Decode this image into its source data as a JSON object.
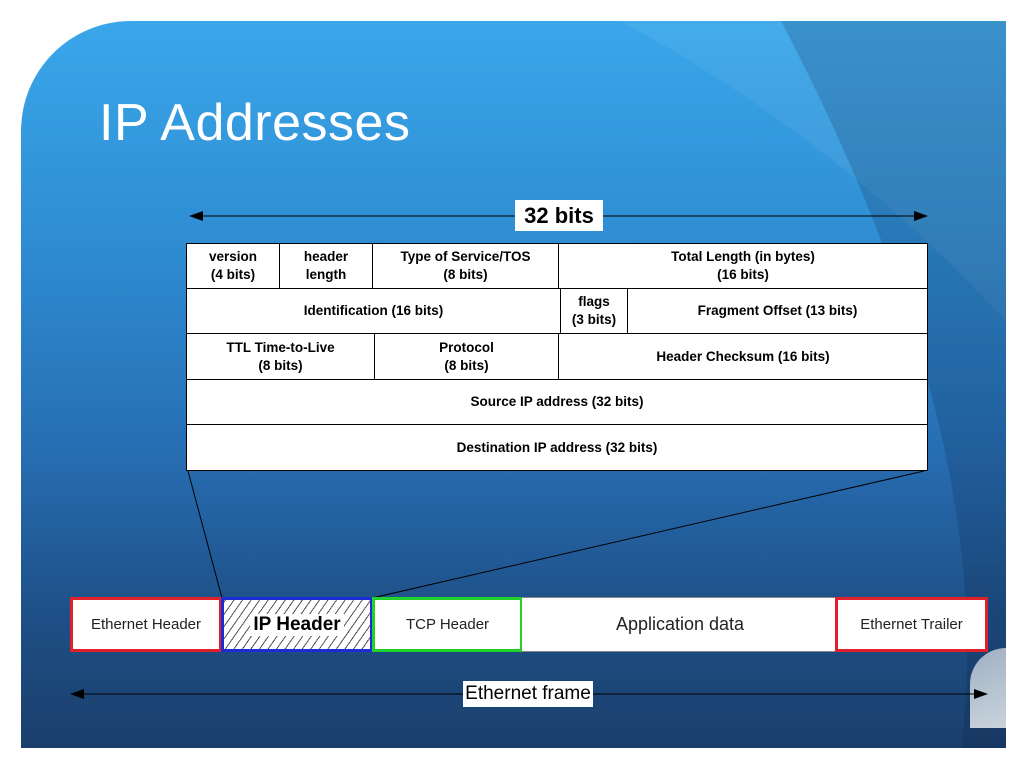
{
  "title": "IP Addresses",
  "width_label": "32 bits",
  "header_rows": [
    [
      {
        "text": "version\n(4 bits)"
      },
      {
        "text": "header\nlength"
      },
      {
        "text": "Type of Service/TOS\n(8 bits)"
      },
      {
        "text": "Total Length (in bytes)\n(16 bits)"
      }
    ],
    [
      {
        "text": "Identification (16 bits)"
      },
      {
        "text": "flags\n(3 bits)"
      },
      {
        "text": "Fragment Offset (13 bits)"
      }
    ],
    [
      {
        "text": "TTL Time-to-Live\n(8 bits)"
      },
      {
        "text": "Protocol\n(8 bits)"
      },
      {
        "text": "Header Checksum (16 bits)"
      }
    ],
    [
      {
        "text": "Source IP address (32 bits)"
      }
    ],
    [
      {
        "text": "Destination IP address (32 bits)"
      }
    ]
  ],
  "frame": {
    "segments": {
      "ethernet_header": "Ethernet Header",
      "ip_header": "IP Header",
      "tcp_header": "TCP Header",
      "application_data": "Application data",
      "ethernet_trailer": "Ethernet Trailer"
    },
    "label": "Ethernet frame"
  },
  "colors": {
    "ethernet_border": "#e0212b",
    "ip_border": "#1c2bd4",
    "tcp_border": "#22d12a"
  }
}
